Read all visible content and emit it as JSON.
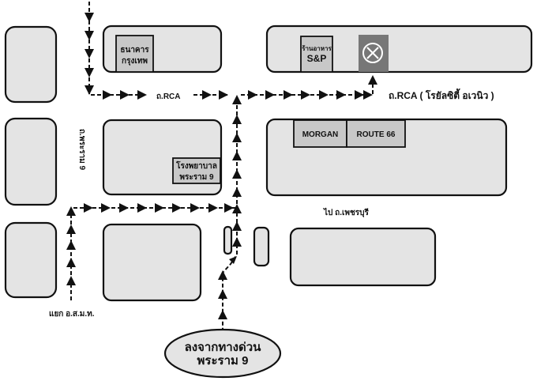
{
  "map": {
    "colors": {
      "block_fill": "#e4e4e4",
      "poi_fill": "#c8c8c8",
      "destination_fill": "#777777",
      "route": "#111111"
    },
    "roads": {
      "rca_left": "ถ.RCA",
      "rca_right": "ถ.RCA ( โรยัลซิตี้ อเวนิว )",
      "rama9_vertical": "ถ.พระราม 9",
      "to_phetchaburi": "ไป ถ.เพชรบุรี",
      "osmt_junction": "แยก อ.ส.ม.ท."
    },
    "landmarks": {
      "bank_line1": "ธนาคาร",
      "bank_line2": "กรุงเทพ",
      "restaurant_line1": "ร้านอาหาร",
      "restaurant_line2": "S&P",
      "morgan": "MORGAN",
      "route66": "ROUTE 66",
      "hospital_line1": "โรงพยาบาล",
      "hospital_line2": "พระราม 9"
    },
    "destination": {
      "icon": "circle-x-icon"
    },
    "start": {
      "line1": "ลงจากทางด่วน",
      "line2": "พระราม 9"
    }
  }
}
